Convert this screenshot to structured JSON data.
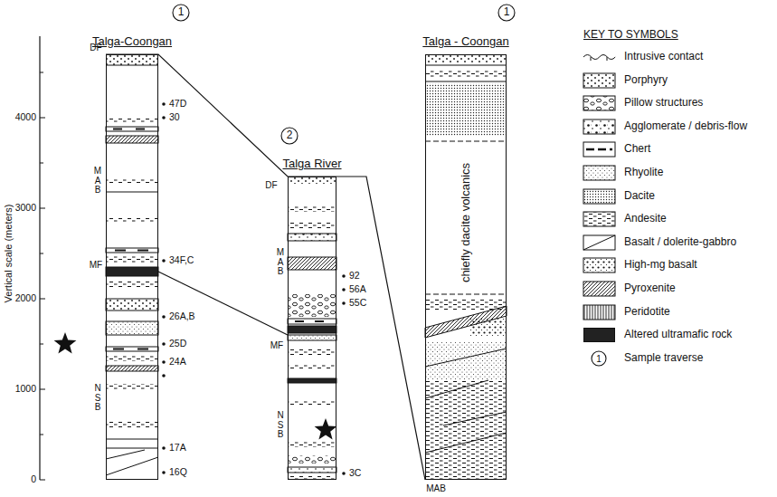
{
  "diagram": {
    "nodes": [
      {
        "text": [
          "Talga-Coongan"
        ]
      },
      {
        "text": [
          "Talga River"
        ]
      },
      {
        "text": [
          "Talga - Coongan",
          "chiefly dacite volcanics"
        ]
      }
    ],
    "edges": [
      {
        "from": 0,
        "to": 1,
        "arrow": "none"
      },
      {
        "from": 0,
        "to": 1,
        "arrow": "none"
      },
      {
        "from": 1,
        "to": 2,
        "arrow": "none"
      }
    ],
    "labels": [
      "1",
      "2",
      "1",
      "Vertical scale (meters)",
      "0",
      "1000",
      "2000",
      "3000",
      "4000",
      "DF",
      "MAB",
      "MF",
      "NSB",
      "47D",
      "30",
      "34F,C",
      "26A,B",
      "25D",
      "24A",
      "17A",
      "16Q",
      "DF",
      "MAB",
      "MF",
      "NSB",
      "92",
      "56A",
      "55C",
      "3C",
      "MAB",
      "KEY TO SYMBOLS",
      "1"
    ],
    "legend": [
      {
        "text": "Intrusive contact"
      },
      {
        "text": "Porphyry"
      },
      {
        "text": "Pillow structures"
      },
      {
        "text": "Agglomerate / debris-flow"
      },
      {
        "text": "Chert"
      },
      {
        "text": "Rhyolite"
      },
      {
        "text": "Dacite"
      },
      {
        "text": "Andesite"
      },
      {
        "text": "Basalt / dolerite-gabbro"
      },
      {
        "text": "High-mg basalt"
      },
      {
        "text": "Pyroxenite"
      },
      {
        "text": "Peridotite"
      },
      {
        "text": "Altered ultramafic rock",
        "color": "#222222"
      },
      {
        "text": "Sample traverse"
      }
    ]
  }
}
